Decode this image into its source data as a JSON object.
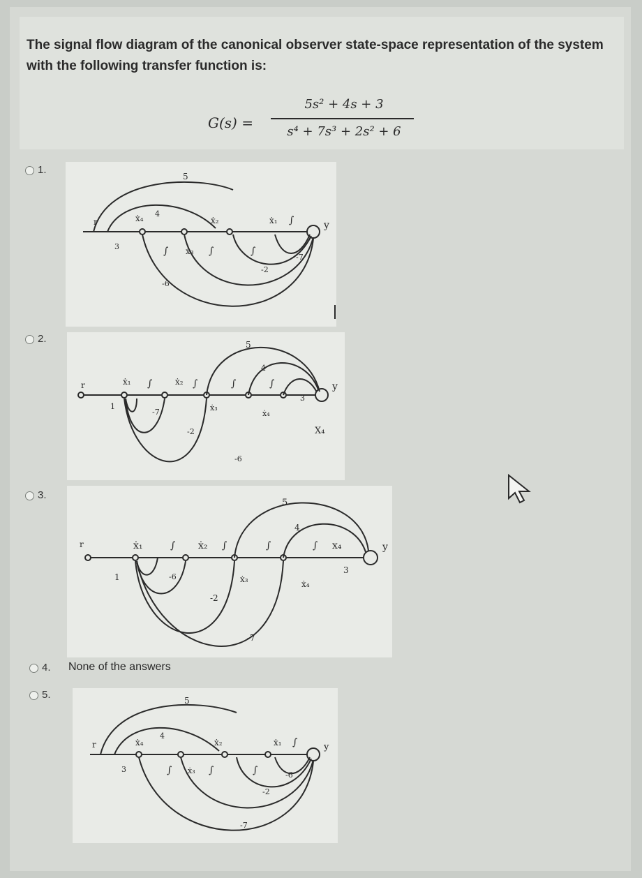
{
  "question": {
    "text": "The signal flow diagram of the canonical observer state-space representation of the system with the following transfer function is:",
    "lhs": "G(s) =",
    "numerator": "5s² + 4s + 3",
    "denominator": "s⁴ + 7s³ + 2s² + 6"
  },
  "options": [
    {
      "number": "1.",
      "text": ""
    },
    {
      "number": "2.",
      "text": ""
    },
    {
      "number": "3.",
      "text": ""
    },
    {
      "number": "4.",
      "text": "None of the answers"
    },
    {
      "number": "5.",
      "text": ""
    }
  ],
  "diagrams": {
    "d1": {
      "r": "r",
      "y": "y",
      "x4dot": "ẋ₄",
      "x3": "ẋ₃",
      "x2dot": "ẋ₂",
      "x1dot": "ẋ₁",
      "int": "∫",
      "g5": "5",
      "g4": "4",
      "g3": "3",
      "gm6": "-6",
      "gm2": "-2",
      "gm7": "-7"
    },
    "d2": {
      "r": "r",
      "y": "y",
      "x1dot": "ẋ₁",
      "x2dot": "ẋ₂",
      "x3": "ẋ₃",
      "x4": "ẋ₄",
      "X4": "X₄",
      "int": "∫",
      "g5": "5",
      "g4": "4",
      "g3": "3",
      "g1": "1",
      "gm7": "-7",
      "gm2": "-2",
      "gm6": "-6"
    },
    "d3": {
      "r": "r",
      "y": "y",
      "x1dot": "ẋ₁",
      "x2dot": "ẋ₂",
      "x3": "ẋ₃",
      "x4dot": "ẋ₄",
      "x4": "x₄",
      "int": "∫",
      "g5": "5",
      "g4": "4",
      "g3": "3",
      "g1": "1",
      "gm6": "-6",
      "gm2": "-2",
      "gm7": "-7"
    },
    "d5": {
      "r": "r",
      "y": "y",
      "x4dot": "ẋ₄",
      "x3": "ẋ₃",
      "x2dot": "ẋ₂",
      "x1dot": "ẋ₁",
      "int": "∫",
      "g5": "5",
      "g4": "4",
      "g3": "3",
      "gm6": "-6",
      "gm2": "-2",
      "gm7": "-7"
    }
  }
}
